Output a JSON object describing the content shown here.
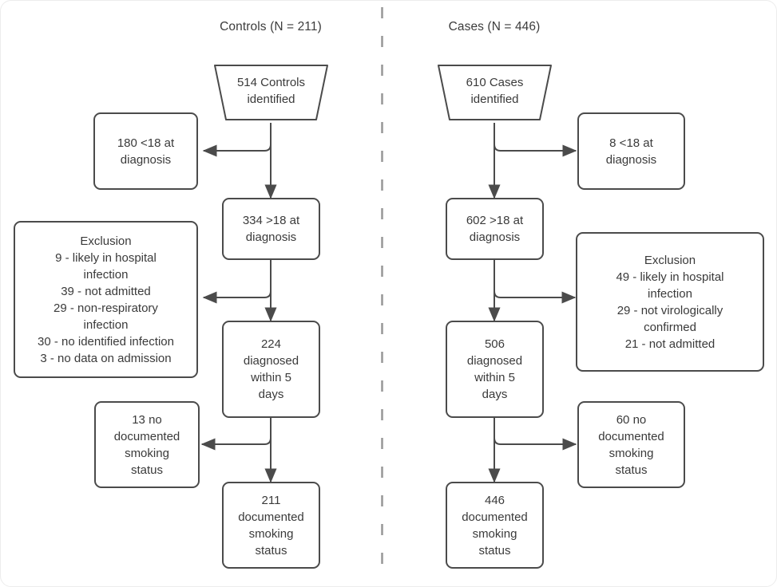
{
  "figure": {
    "type": "flowchart",
    "description": "Two-arm participant selection flow diagram comparing Controls and Cases",
    "divider_color": "#9a9a9a",
    "node_border_color": "#4b4b4b",
    "text_color": "#3a3a3a",
    "background_color": "#ffffff"
  },
  "columns": [
    {
      "title": "Controls (N = 211)"
    },
    {
      "title": "Cases (N = 446)"
    }
  ],
  "controls": {
    "identified": "514 Controls\nidentified",
    "excluded_under18": "180 <18 at\ndiagnosis",
    "over18": "334 >18 at\ndiagnosis",
    "exclusion": "Exclusion\n9 - likely in hospital\ninfection\n39 - not admitted\n29 - non-respiratory\ninfection\n30 - no identified infection\n3 - no data on admission",
    "diagnosed_within_5_days": "224\ndiagnosed\nwithin 5\ndays",
    "no_documented_smoking": "13 no\ndocumented\nsmoking\nstatus",
    "documented_smoking": "211\ndocumented\nsmoking\nstatus"
  },
  "cases": {
    "identified": "610 Cases\nidentified",
    "excluded_under18": "8 <18 at\ndiagnosis",
    "over18": "602 >18 at\ndiagnosis",
    "exclusion": "Exclusion\n49 - likely in hospital\ninfection\n29 - not virologically\nconfirmed\n21 - not admitted",
    "diagnosed_within_5_days": "506\ndiagnosed\nwithin 5\ndays",
    "no_documented_smoking": "60 no\ndocumented\nsmoking\nstatus",
    "documented_smoking": "446\ndocumented\nsmoking\nstatus"
  }
}
